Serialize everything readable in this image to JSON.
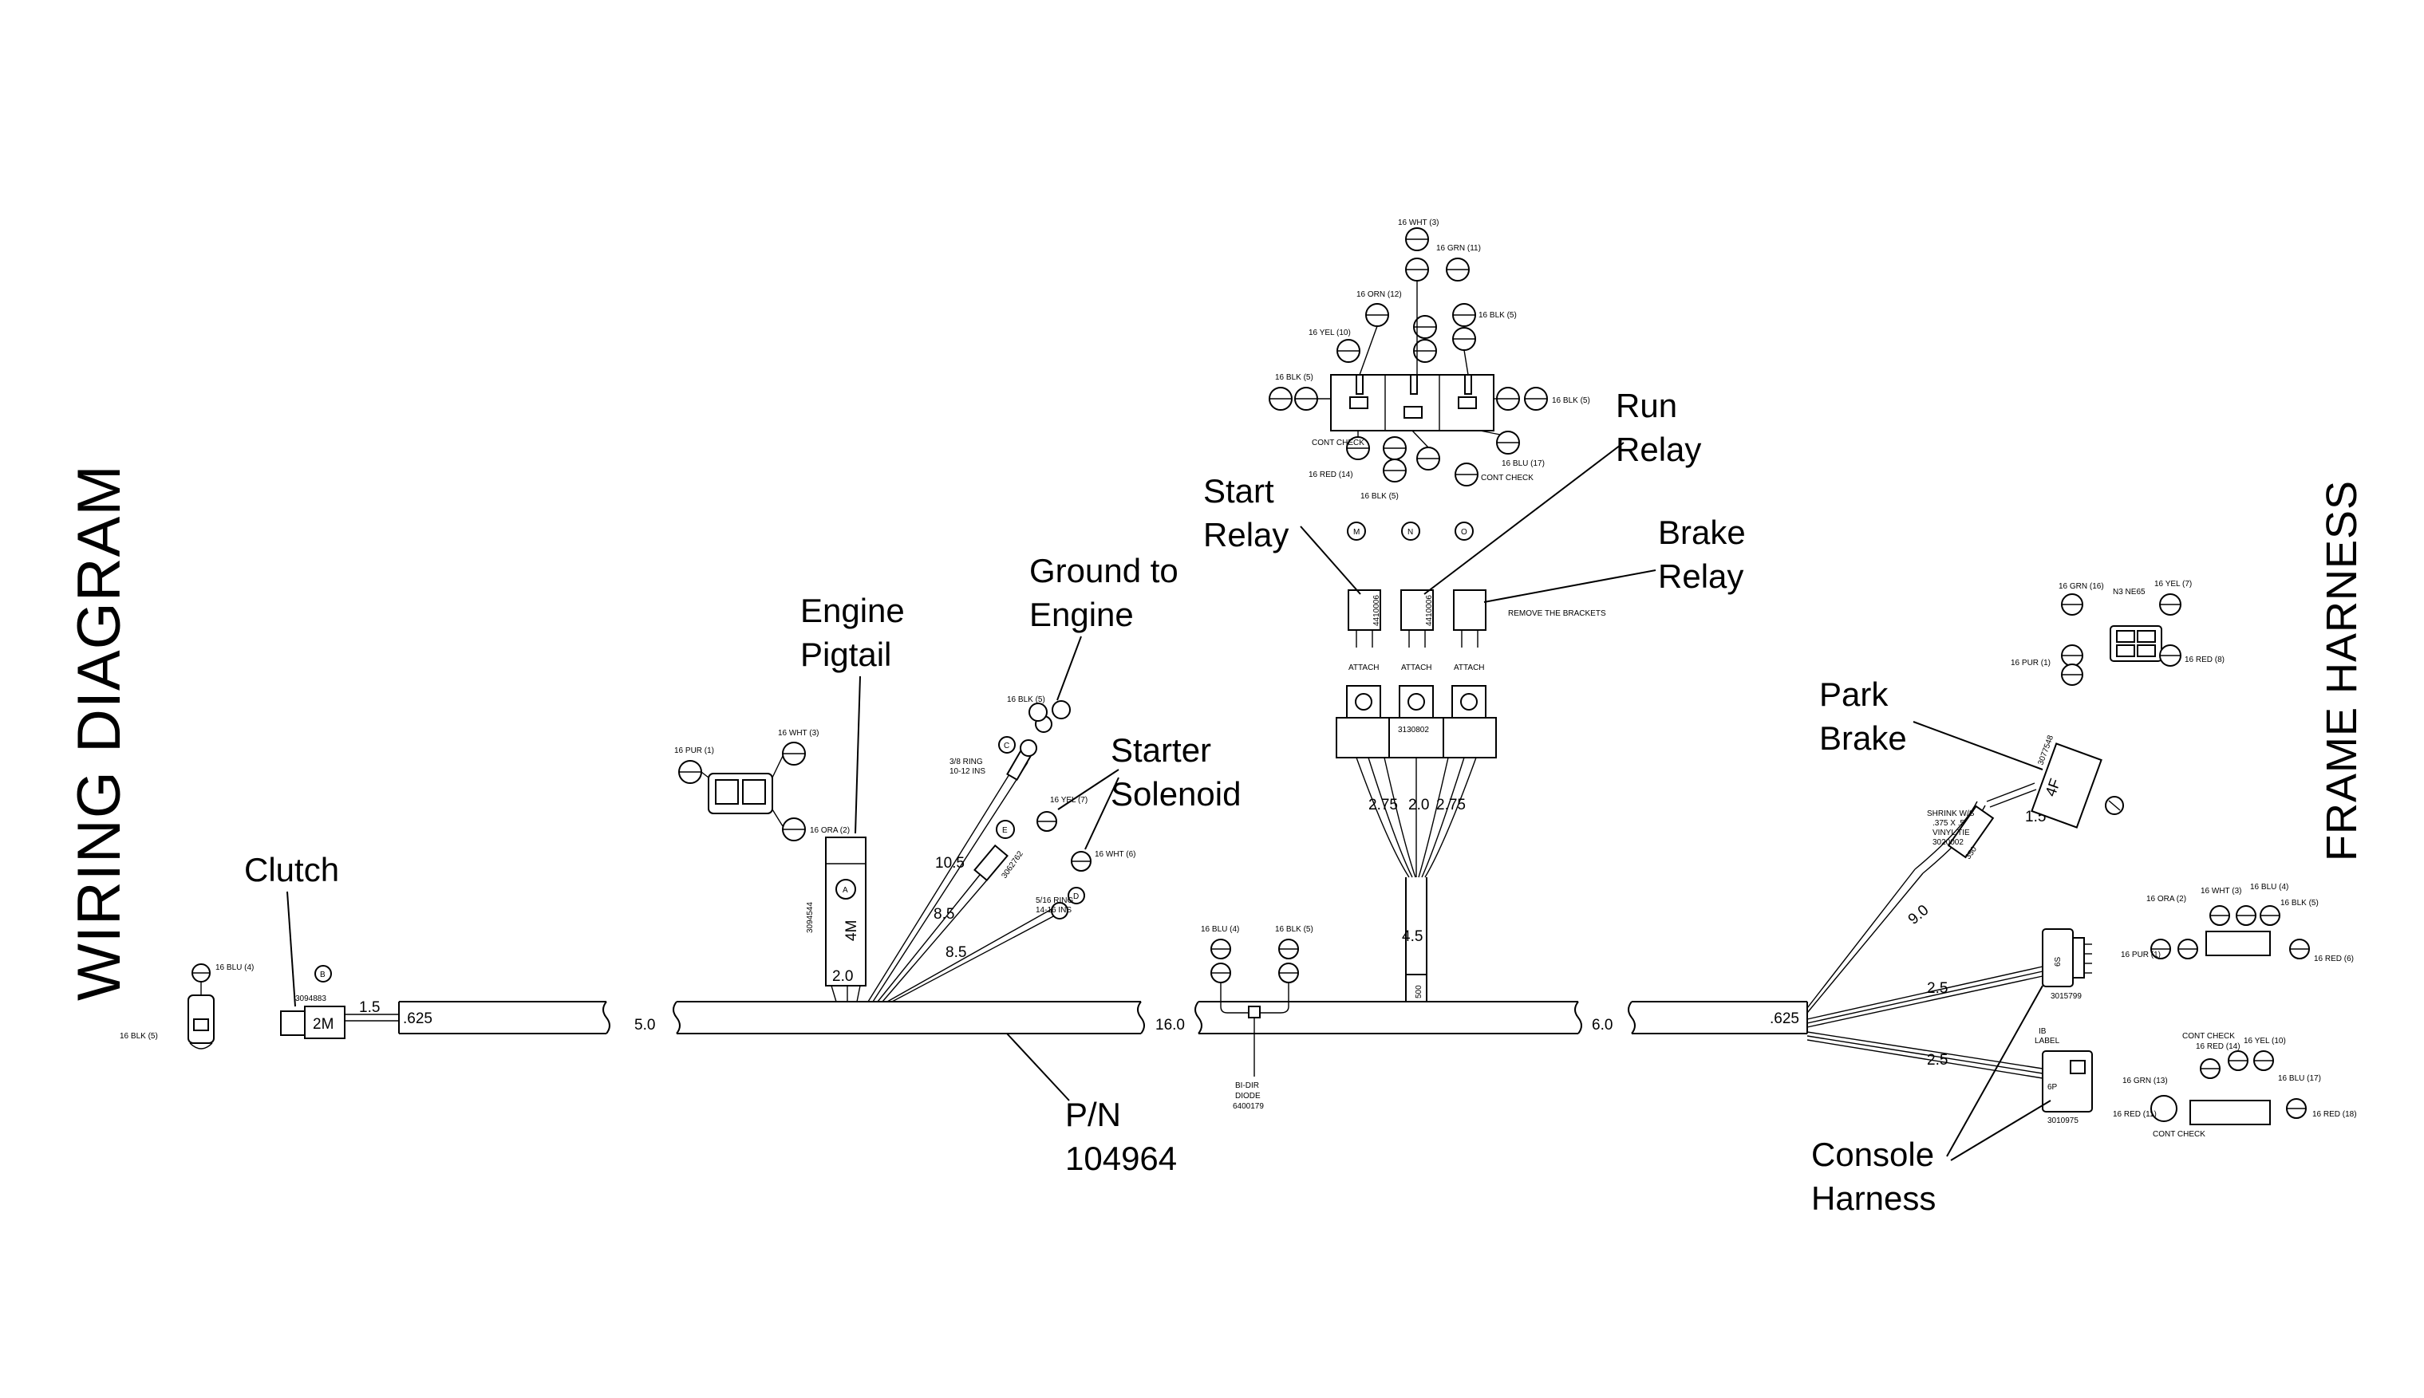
{
  "title": "WIRING DIAGRAM",
  "subtitle": "FRAME HARNESS",
  "callouts": {
    "clutch": "Clutch",
    "engine_pigtail": [
      "Engine",
      "Pigtail"
    ],
    "ground_to_engine": [
      "Ground to",
      "Engine"
    ],
    "starter_solenoid": [
      "Starter",
      "Solenoid"
    ],
    "start_relay": [
      "Start",
      "Relay"
    ],
    "run_relay": [
      "Run",
      "Relay"
    ],
    "brake_relay": [
      "Brake",
      "Relay"
    ],
    "park_brake": [
      "Park",
      "Brake"
    ],
    "console_harness": [
      "Console",
      "Harness"
    ],
    "part_number": [
      "P/N",
      "104964"
    ]
  },
  "dimensions": {
    "d_1_5a": "1.5",
    "d_625a": ".625",
    "d_5_0": "5.0",
    "d_16_0": "16.0",
    "d_6_0": "6.0",
    "d_625b": ".625",
    "d_2_0": "2.0",
    "d_10_5": "10.5",
    "d_8_5a": "8.5",
    "d_8_5b": "8.5",
    "d_4_5": "4.5",
    "d_500": "500",
    "d_2_75a": "2.75",
    "d_2_0b": "2.0",
    "d_2_75b": "2.75",
    "d_9_0": "9.0",
    "d_2_5a": "2.5",
    "d_2_5b": "2.5",
    "d_350": "350",
    "d_1_5b": "1.5"
  },
  "parts": {
    "clutch_pn": "3094883",
    "clutch_conn": "2M",
    "pigtail_pn": "3094544",
    "pigtail_conn": "4M",
    "solenoid_pn": "3062762",
    "relay_pn": "3130802",
    "diode": [
      "BI-DIR",
      "DIODE",
      "6400179"
    ],
    "park_pn": "3077548",
    "park_conn": "4F",
    "console_pn_a": "3015799",
    "console_conn_a": "6S",
    "console_pn_b": "3010975",
    "console_conn_b": "6P",
    "relay_side_label": "4410006"
  },
  "labels": {
    "ring_a": [
      "3/8 RING",
      "10-12 INS"
    ],
    "ring_b": [
      "5/16 RING",
      "14-16 INS"
    ],
    "attach": "ATTACH",
    "remove_brackets": "REMOVE THE BRACKETS",
    "shrink": [
      "SHRINK W/S",
      ".375 X .5",
      "VINYL TIE",
      "3020002"
    ],
    "ib_label": [
      "IB",
      "LABEL"
    ],
    "n3_nd": "N3 NE65",
    "cont_check": "CONT CHECK",
    "tag_a": "A",
    "tag_b": "B",
    "tag_c": "C",
    "tag_d": "D",
    "tag_e": "E",
    "tag_m": "M",
    "tag_n": "N",
    "tag_o": "O"
  },
  "wires": {
    "clutch_top": "16 BLU (4)",
    "clutch_bot": "16 BLK (5)",
    "pig_pur": "16 PUR (1)",
    "pig_wht": "16 WHT (3)",
    "pig_ora": "16 ORA (2)",
    "gnd": "16 BLK (5)",
    "sol_yel": "16 YEL (7)",
    "sol_wht": "16 WHT (6)",
    "diode_blu": "16 BLU (4)",
    "diode_blk": "16 BLK (5)",
    "relay_wht": "16 WHT (3)",
    "relay_grn": "16 GRN (11)",
    "relay_orn": "16 ORN (12)",
    "relay_yel": "16 YEL (10)",
    "relay_blk": "16 BLK (5)",
    "relay_red": "16 RED (14)",
    "relay_blu": "16 BLU (17)",
    "park_grn": "16 GRN (16)",
    "park_yel": "16 YEL (7)",
    "park_pur": "16 PUR (1)",
    "park_red": "16 RED (8)",
    "cons_ora": "16 ORA (2)",
    "cons_wht": "16 WHT (3)",
    "cons_blu": "16 BLU (4)",
    "cons_blk": "16 BLK (5)",
    "cons_pur": "16 PUR (1)",
    "cons_red": "16 RED (6)",
    "cons_grn": "16 GRN (13)",
    "cons_red14": "16 RED (14)",
    "cons_yel": "16 YEL (10)",
    "cons_blu17": "16 BLU (17)",
    "cons_red11": "16 RED (11)",
    "cons_red18": "16 RED (18)"
  }
}
